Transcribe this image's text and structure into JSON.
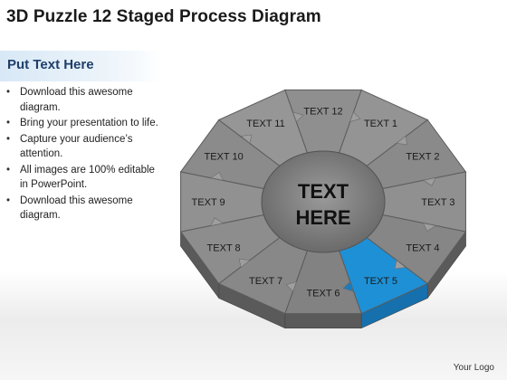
{
  "title": "3D Puzzle 12 Staged Process Diagram",
  "subtitle": "Put Text Here",
  "bullets": [
    "Download this awesome diagram.",
    "Bring your presentation to life.",
    "Capture your audience’s attention.",
    "All images are 100% editable in PowerPoint.",
    "Download this awesome diagram."
  ],
  "diagram": {
    "center_text": [
      "TEXT",
      "HERE"
    ],
    "segments": [
      "TEXT 1",
      "TEXT 2",
      "TEXT 3",
      "TEXT 4",
      "TEXT 5",
      "TEXT 6",
      "TEXT 7",
      "TEXT 8",
      "TEXT 9",
      "TEXT 10",
      "TEXT 11",
      "TEXT 12"
    ],
    "highlighted_segment": "TEXT 5",
    "colors": {
      "segment_fill": "#8c8c8c",
      "segment_dark": "#6e6e6e",
      "segment_light": "#a6a6a6",
      "highlight": "#1e90d6",
      "highlight_side": "#1670ad",
      "center_fill": "#7d7d7d",
      "side_face": "#5a5a5a"
    }
  },
  "logo": "Your Logo"
}
